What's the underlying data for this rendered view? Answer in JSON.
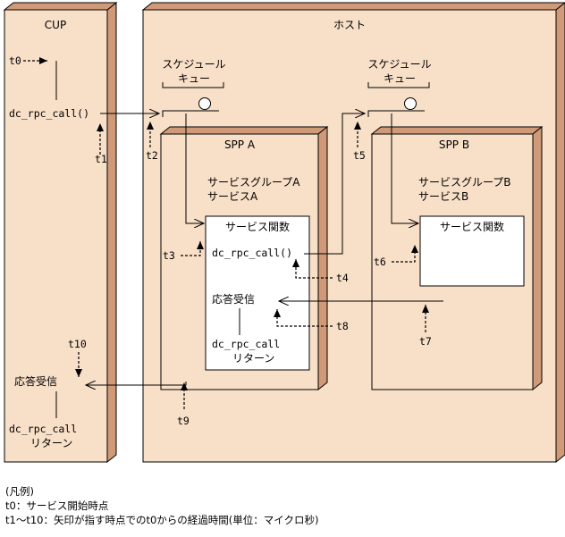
{
  "colors": {
    "panel_face": "#f8dfc8",
    "panel_side": "#d09a78",
    "panel_edge": "#000000",
    "box_fill": "#ffffff"
  },
  "panels": {
    "cup_title": "CUP",
    "host_title": "ホスト",
    "spp_a_title": "SPP A",
    "spp_b_title": "SPP B"
  },
  "cup": {
    "t0": "t0",
    "call": "dc_rpc_call()",
    "t1": "t1",
    "t10": "t10",
    "response": "応答受信",
    "return_line1": "dc_rpc_call",
    "return_line2": "リターン"
  },
  "host": {
    "queue_a_line1": "スケジュール",
    "queue_a_line2": "キュー",
    "queue_b_line1": "スケジュール",
    "queue_b_line2": "キュー",
    "t2": "t2",
    "t5": "t5",
    "t9": "t9"
  },
  "spp_a": {
    "group": "サービスグループA",
    "service": "サービスA",
    "func_title": "サービス関数",
    "call": "dc_rpc_call()",
    "response": "応答受信",
    "return_line1": "dc_rpc_call",
    "return_line2": "リターン",
    "t3": "t3",
    "t4": "t4",
    "t8": "t8"
  },
  "spp_b": {
    "group": "サービスグループB",
    "service": "サービスB",
    "func_title": "サービス関数",
    "t6": "t6",
    "t7": "t7"
  },
  "legend": {
    "title": "(凡例)",
    "line1": "t0：サービス開始時点",
    "line2": "t1～t10：矢印が指す時点でのt0からの経過時間(単位：マイクロ秒)"
  }
}
